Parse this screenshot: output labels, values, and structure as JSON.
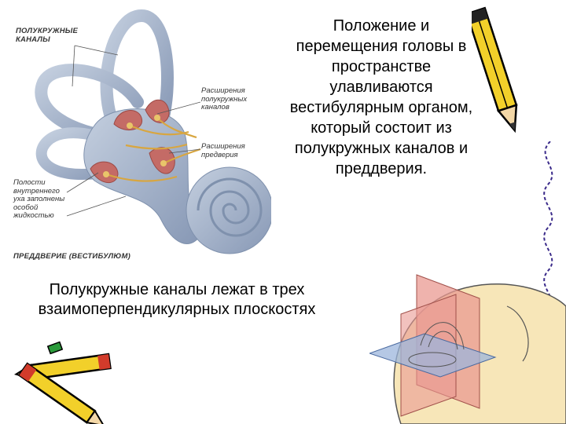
{
  "labels": {
    "semicircular_canals": "ПОЛУКРУЖНЫЕ\nКАНАЛЫ",
    "canal_expansions": "Расширения\nполукружных\nканалов",
    "vestibule_expansions": "Расширения\nпредверия",
    "inner_ear_cavity": "Полости\nвнутреннего\nуха заполнены\nособой\nжидкостью",
    "vestibule": "ПРЕДДВЕРИЕ (ВЕСТИБУЛЮМ)"
  },
  "text": {
    "right": "Положение и\nперемещения головы в\nпространстве\nулавливаются\nвестибулярным органом,\nкоторый состоит из\nполукружных каналов и\nпреддверия.",
    "left": "Полукружные каналы лежат в трех\nвзаимоперпендикулярных плоскостях"
  },
  "colors": {
    "canal_fill": "#a9b7cc",
    "canal_shade": "#7f91ad",
    "ampulla": "#c46b66",
    "nerve": "#d8a640",
    "pencil_yellow": "#f2d02a",
    "plane_red": "#e99a92",
    "plane_blue": "#9cb6dc",
    "head_skin": "#f7e6b8"
  }
}
